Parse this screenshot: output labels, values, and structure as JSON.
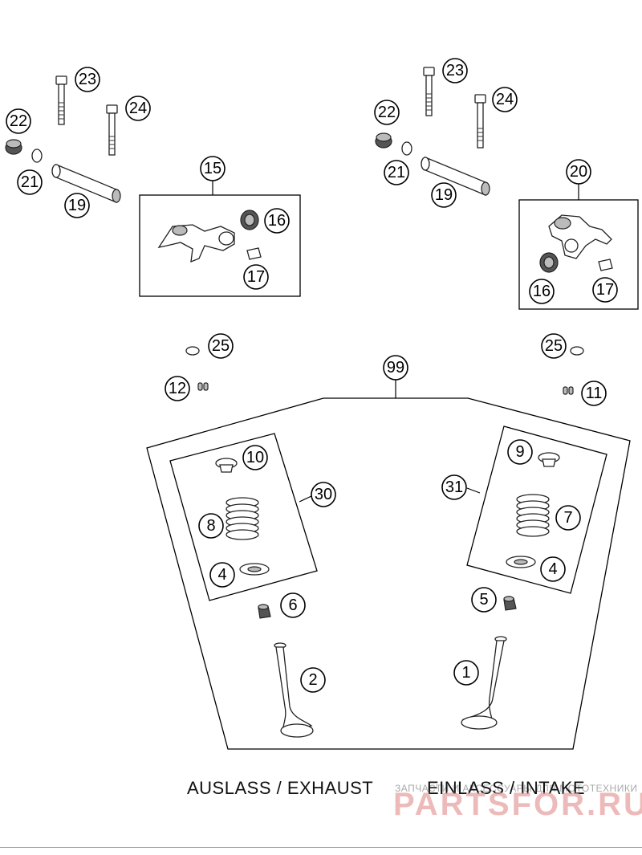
{
  "labels": {
    "exhaust": "AUSLASS / EXHAUST",
    "intake": "EINLASS / INTAKE"
  },
  "watermark": {
    "small": "ЗАПЧАСТИ И АКСЕССУАРЫ ДЛЯ МОТОТЕХНИКИ",
    "big": "PARTSFOR.RU",
    "color": "#e7a3a3"
  },
  "callouts": {
    "p23_left": "23",
    "p24_left": "24",
    "p22_left": "22",
    "p21_left": "21",
    "p19_left": "19",
    "p15": "15",
    "p16_left": "16",
    "p17_left": "17",
    "p23_right": "23",
    "p24_right": "24",
    "p22_right": "22",
    "p21_right": "21",
    "p19_right": "19",
    "p20": "20",
    "p16_right": "16",
    "p17_right": "17",
    "p25_left": "25",
    "p12": "12",
    "p99": "99",
    "p25_right": "25",
    "p11": "11",
    "p10": "10",
    "p9": "9",
    "p30": "30",
    "p31": "31",
    "p8": "8",
    "p7": "7",
    "p4_left": "4",
    "p4_right": "4",
    "p6": "6",
    "p5": "5",
    "p2": "2",
    "p1": "1"
  }
}
